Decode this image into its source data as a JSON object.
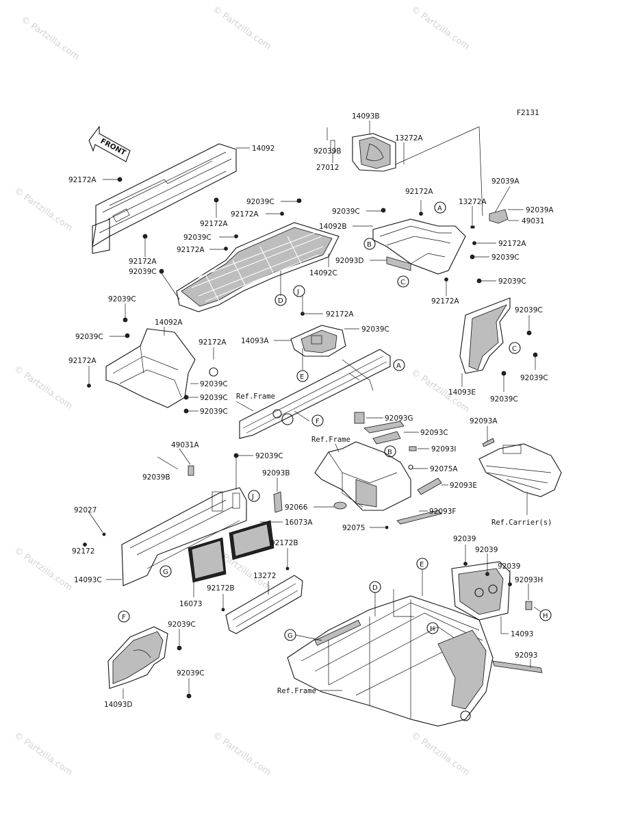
{
  "figure_code": "F2131",
  "front_arrow_label": "FRONT",
  "watermark_text": "© Partzilla.com",
  "circle_refs": [
    "A",
    "B",
    "C",
    "D",
    "E",
    "F",
    "G",
    "H",
    "J"
  ],
  "parts": {
    "p14092": "14092",
    "p92172A_1": "92172A",
    "p92172A_2": "92172A",
    "p92172A_3": "92172A",
    "p92039C_top": "92039C",
    "p92172A_4": "92172A",
    "p92039C_2": "92039C",
    "p92172A_5": "92172A",
    "p92039C_3": "92039C",
    "p14092C": "14092C",
    "p14093B": "14093B",
    "p92039B_1": "92039B",
    "p27012": "27012",
    "p13272A_1": "13272A",
    "p92172A_6": "92172A",
    "p92039C_4": "92039C",
    "p14092B": "14092B",
    "p92093D": "92093D",
    "p13272A_2": "13272A",
    "p92039A_1": "92039A",
    "p92039A_2": "92039A",
    "p49031": "49031",
    "p92172A_7": "92172A",
    "p92039C_5": "92039C",
    "p92039C_6": "92039C",
    "p92172A_8": "92172A",
    "p92039C_7": "92039C",
    "p14092A": "14092A",
    "p92039C_8": "92039C",
    "p92172A_9": "92172A",
    "p92172A_10": "92172A",
    "p92039C_9": "92039C",
    "p92039C_10": "92039C",
    "p92039C_11": "92039C",
    "p92172A_11": "92172A",
    "p92039C_12": "92039C",
    "p14093A": "14093A",
    "ref_frame_1": "Ref.Frame",
    "p92039C_13": "92039C",
    "p92039C_14": "92039C",
    "p14093E": "14093E",
    "p92039C_15": "92039C",
    "p92093G": "92093G",
    "p92093C": "92093C",
    "ref_frame_2": "Ref.Frame",
    "p92093I": "92093I",
    "p92075A": "92075A",
    "p92093E": "92093E",
    "p92066": "92066",
    "p92093F": "92093F",
    "p92075": "92075",
    "p92093A": "92093A",
    "ref_carrier": "Ref.Carrier(s)",
    "p49031A": "49031A",
    "p92039C_16": "92039C",
    "p92039B_2": "92039B",
    "p92093B": "92093B",
    "p92027": "92027",
    "p16073A": "16073A",
    "p92172": "92172",
    "p14093C": "14093C",
    "p16073": "16073",
    "p92172B_1": "92172B",
    "p13272": "13272",
    "p92172B_2": "92172B",
    "p92039_1": "92039",
    "p92039_2": "92039",
    "p92039_3": "92039",
    "p92093H": "92093H",
    "p14093": "14093",
    "p92093": "92093",
    "p92039C_17": "92039C",
    "p92039C_18": "92039C",
    "p14093D": "14093D",
    "ref_frame_3": "Ref.Frame"
  }
}
